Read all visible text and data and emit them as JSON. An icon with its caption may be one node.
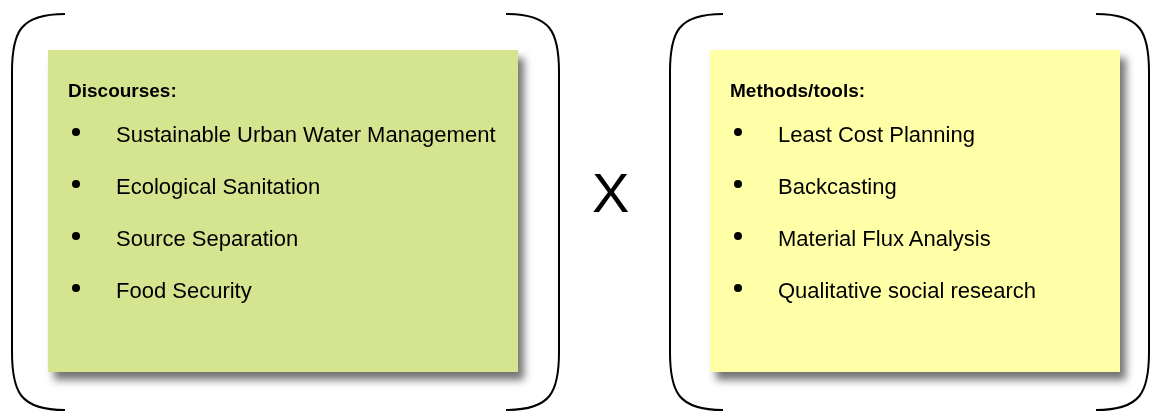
{
  "diagram": {
    "nodes": [
      {
        "text": [
          "Discourses:",
          "Sustainable Urban Water Management",
          "Ecological Sanitation",
          "Source Separation",
          "Food Security"
        ]
      },
      {
        "text": [
          "Methods/tools:",
          "Least Cost Planning",
          "Backcasting",
          "Material Flux Analysis",
          "Qualitative social research"
        ]
      }
    ],
    "labels": [
      "X"
    ]
  }
}
